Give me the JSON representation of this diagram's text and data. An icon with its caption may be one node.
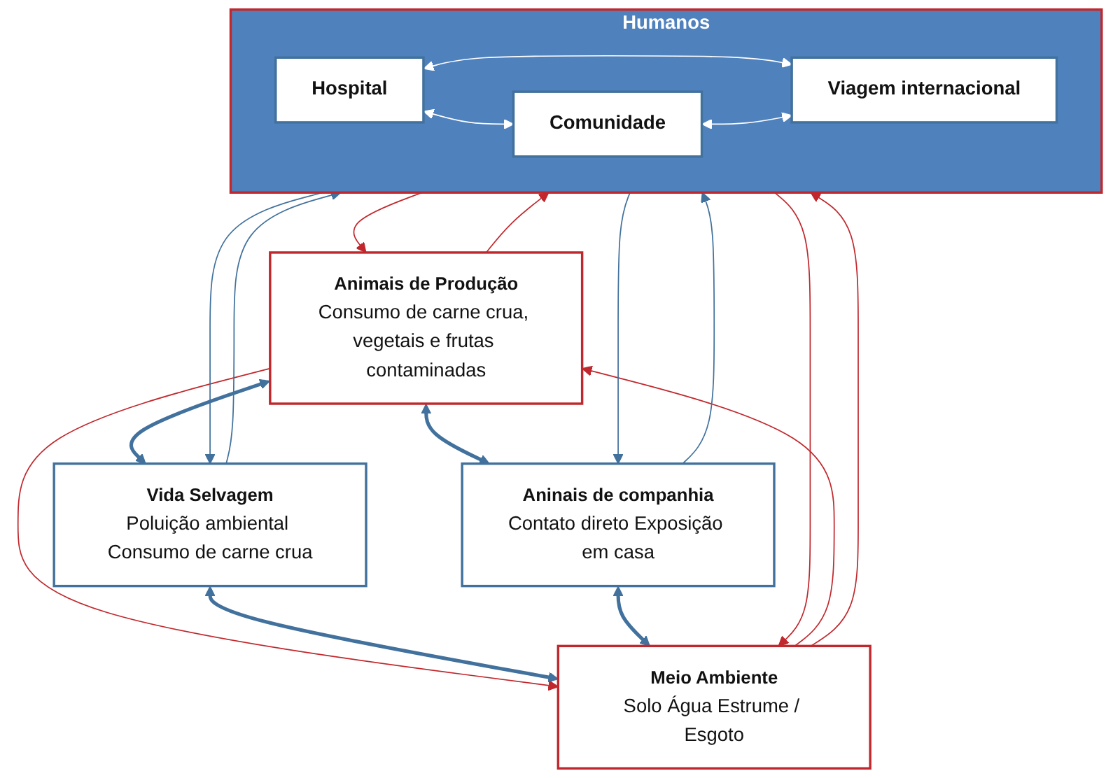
{
  "diagram": {
    "nodes": [
      {
        "text": [
          "Animais de Produção",
          "Consumo de carne crua, vegetais e frutas contaminadas"
        ]
      },
      {
        "text": [
          "Vida Selvagem",
          "Poluição ambiental Consumo de carne crua"
        ]
      },
      {
        "text": [
          "Humanos"
        ]
      },
      {
        "text": [
          "Hospital"
        ],
        "in": 2
      },
      {
        "text": [
          "Comunidade"
        ],
        "in": 2
      },
      {
        "text": [
          "Viagem internacional"
        ],
        "in": 2
      },
      {
        "text": [
          "Aninais de companhia",
          "Contato direto Exposição em casa"
        ]
      },
      {
        "text": [
          "Meio Ambiente",
          "Solo Água Estrume / Esgoto"
        ]
      }
    ],
    "edges": [
      {
        "from": 0,
        "to": 7,
        "arrow": "to",
        "color": "#c0282d"
      },
      {
        "from": 7,
        "to": 0,
        "arrow": "to",
        "color": "#c0282d"
      },
      {
        "from": 0,
        "to": 1,
        "arrow": "both",
        "style": "thick",
        "color": "#41719c"
      },
      {
        "from": 0,
        "to": 6,
        "arrow": "both",
        "style": "thick",
        "color": "#41719c"
      },
      {
        "from": 0,
        "to": 2,
        "arrow": "to",
        "color": "#c0282d"
      },
      {
        "from": 2,
        "to": 0,
        "arrow": "to",
        "color": "#c0282d"
      },
      {
        "from": 1,
        "to": 2,
        "arrow": "to",
        "color": "#41719c"
      },
      {
        "from": 2,
        "to": 1,
        "arrow": "to",
        "color": "#41719c"
      },
      {
        "from": 2,
        "to": 6,
        "arrow": "to",
        "color": "#41719c"
      },
      {
        "from": 6,
        "to": 2,
        "arrow": "to",
        "color": "#41719c"
      },
      {
        "from": 3,
        "to": 4,
        "arrow": "both",
        "color": "#ffffff"
      },
      {
        "from": 3,
        "to": 5,
        "arrow": "both",
        "color": "#ffffff"
      },
      {
        "from": 4,
        "to": 5,
        "arrow": "both",
        "color": "#ffffff"
      },
      {
        "from": 2,
        "to": 7,
        "arrow": "to",
        "color": "#c0282d"
      },
      {
        "from": 7,
        "to": 2,
        "arrow": "to",
        "color": "#c0282d"
      },
      {
        "from": 1,
        "to": 7,
        "arrow": "both",
        "style": "thick",
        "color": "#41719c"
      },
      {
        "from": 6,
        "to": 7,
        "arrow": "both",
        "style": "thick",
        "color": "#41719c"
      }
    ]
  }
}
